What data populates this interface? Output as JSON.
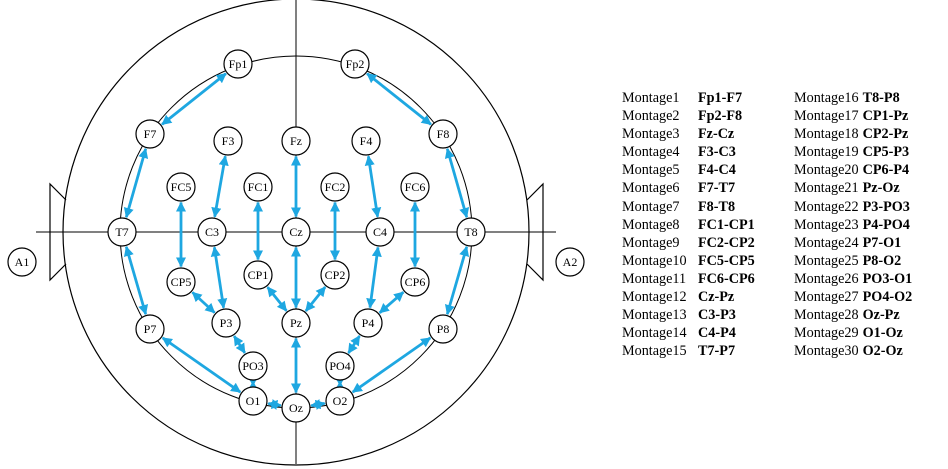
{
  "colors": {
    "arrow": "#1ea7e1",
    "line": "#000000"
  },
  "electrodes": [
    {
      "id": "fp1",
      "label": "Fp1"
    },
    {
      "id": "fp2",
      "label": "Fp2"
    },
    {
      "id": "f7",
      "label": "F7"
    },
    {
      "id": "f8",
      "label": "F8"
    },
    {
      "id": "f3",
      "label": "F3"
    },
    {
      "id": "fz",
      "label": "Fz"
    },
    {
      "id": "f4",
      "label": "F4"
    },
    {
      "id": "fc5",
      "label": "FC5"
    },
    {
      "id": "fc1",
      "label": "FC1"
    },
    {
      "id": "fc2",
      "label": "FC2"
    },
    {
      "id": "fc6",
      "label": "FC6"
    },
    {
      "id": "a1",
      "label": "A1"
    },
    {
      "id": "t7",
      "label": "T7"
    },
    {
      "id": "c3",
      "label": "C3"
    },
    {
      "id": "cz",
      "label": "Cz"
    },
    {
      "id": "c4",
      "label": "C4"
    },
    {
      "id": "t8",
      "label": "T8"
    },
    {
      "id": "a2",
      "label": "A2"
    },
    {
      "id": "cp1",
      "label": "CP1"
    },
    {
      "id": "cp2",
      "label": "CP2"
    },
    {
      "id": "cp5",
      "label": "CP5"
    },
    {
      "id": "cp6",
      "label": "CP6"
    },
    {
      "id": "p7",
      "label": "P7"
    },
    {
      "id": "p3",
      "label": "P3"
    },
    {
      "id": "pz",
      "label": "Pz"
    },
    {
      "id": "p4",
      "label": "P4"
    },
    {
      "id": "p8",
      "label": "P8"
    },
    {
      "id": "po3",
      "label": "PO3"
    },
    {
      "id": "po4",
      "label": "PO4"
    },
    {
      "id": "o1",
      "label": "O1"
    },
    {
      "id": "oz",
      "label": "Oz"
    },
    {
      "id": "o2",
      "label": "O2"
    }
  ],
  "montages": [
    {
      "name": "Montage1",
      "pair": "Fp1-F7"
    },
    {
      "name": "Montage2",
      "pair": "Fp2-F8"
    },
    {
      "name": "Montage3",
      "pair": "Fz-Cz"
    },
    {
      "name": "Montage4",
      "pair": "F3-C3"
    },
    {
      "name": "Montage5",
      "pair": "F4-C4"
    },
    {
      "name": "Montage6",
      "pair": "F7-T7"
    },
    {
      "name": "Montage7",
      "pair": "F8-T8"
    },
    {
      "name": "Montage8",
      "pair": "FC1-CP1"
    },
    {
      "name": "Montage9",
      "pair": "FC2-CP2"
    },
    {
      "name": "Montage10",
      "pair": "FC5-CP5"
    },
    {
      "name": "Montage11",
      "pair": "FC6-CP6"
    },
    {
      "name": "Montage12",
      "pair": "Cz-Pz"
    },
    {
      "name": "Montage13",
      "pair": "C3-P3"
    },
    {
      "name": "Montage14",
      "pair": "C4-P4"
    },
    {
      "name": "Montage15",
      "pair": "T7-P7"
    },
    {
      "name": "Montage16",
      "pair": "T8-P8"
    },
    {
      "name": "Montage17",
      "pair": "CP1-Pz"
    },
    {
      "name": "Montage18",
      "pair": "CP2-Pz"
    },
    {
      "name": "Montage19",
      "pair": "CP5-P3"
    },
    {
      "name": "Montage20",
      "pair": "CP6-P4"
    },
    {
      "name": "Montage21",
      "pair": "Pz-Oz"
    },
    {
      "name": "Montage22",
      "pair": "P3-PO3"
    },
    {
      "name": "Montage23",
      "pair": "P4-PO4"
    },
    {
      "name": "Montage24",
      "pair": "P7-O1"
    },
    {
      "name": "Montage25",
      "pair": "P8-O2"
    },
    {
      "name": "Montage26",
      "pair": "PO3-O1"
    },
    {
      "name": "Montage27",
      "pair": "PO4-O2"
    },
    {
      "name": "Montage28",
      "pair": "Oz-Pz"
    },
    {
      "name": "Montage29",
      "pair": "O1-Oz"
    },
    {
      "name": "Montage30",
      "pair": "O2-Oz"
    }
  ]
}
